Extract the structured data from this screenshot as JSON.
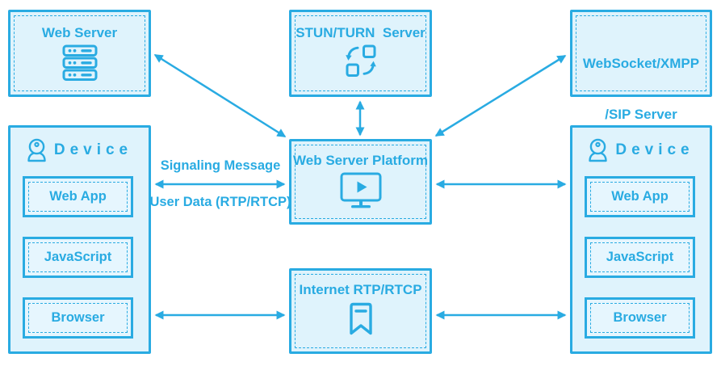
{
  "colors": {
    "accent": "#29ABE2",
    "box_fill": "#DFF3FC",
    "sub_box_fill": "#E6F6FE",
    "background": "#FFFFFF"
  },
  "nodes": {
    "web_server": {
      "label": "Web Server",
      "icon": "server-icon"
    },
    "stun_turn": {
      "label": "STUN/TURN  Server",
      "icon": "sync-icon"
    },
    "websocket": {
      "label_line1": "WebSocket/XMPP",
      "label_line2": "/SIP Server",
      "icon": "network-icon"
    },
    "platform": {
      "label": "Web Server Platform",
      "icon": "monitor-play-icon"
    },
    "internet": {
      "label": "Internet RTP/RTCP",
      "icon": "bookmark-icon"
    },
    "device_left": {
      "label": "Device",
      "icon": "webcam-icon",
      "components": [
        {
          "label": "Web App"
        },
        {
          "label": "JavaScript"
        },
        {
          "label": "Browser"
        }
      ]
    },
    "device_right": {
      "label": "Device",
      "icon": "webcam-icon",
      "components": [
        {
          "label": "Web App"
        },
        {
          "label": "JavaScript"
        },
        {
          "label": "Browser"
        }
      ]
    }
  },
  "edges": {
    "labels": {
      "signaling": "Signaling Message",
      "user_data": "User Data (RTP/RTCP)"
    },
    "connections": [
      {
        "from": "web_server",
        "to": "platform",
        "type": "bidirectional"
      },
      {
        "from": "stun_turn",
        "to": "platform",
        "type": "bidirectional"
      },
      {
        "from": "websocket",
        "to": "platform",
        "type": "bidirectional"
      },
      {
        "from": "device_left",
        "to": "platform",
        "type": "bidirectional"
      },
      {
        "from": "platform",
        "to": "device_right",
        "type": "bidirectional"
      },
      {
        "from": "device_left",
        "to": "internet",
        "type": "bidirectional"
      },
      {
        "from": "internet",
        "to": "device_right",
        "type": "bidirectional"
      }
    ]
  }
}
